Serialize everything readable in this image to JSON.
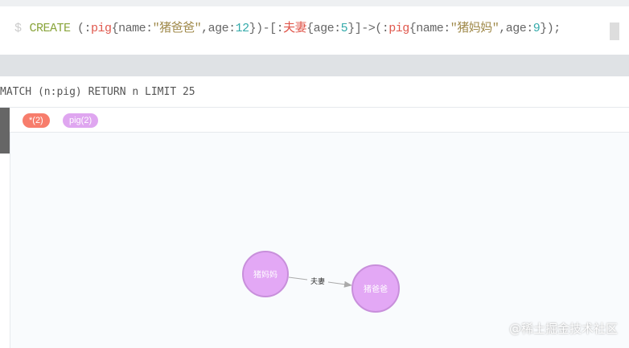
{
  "editor": {
    "prompt": "$",
    "tokens": {
      "create": "CREATE",
      "open1": " (:",
      "label1": "pig",
      "props1a": "{name:",
      "str1": "\"猪爸爸\"",
      "props1b": ",age:",
      "num1": "12",
      "close1": "})-[:",
      "rel": "夫妻",
      "props2a": "{age:",
      "num2": "5",
      "close2": "}]->(:",
      "label2": "pig",
      "props3a": "{name:",
      "str2": "\"猪妈妈\"",
      "props3b": ",age:",
      "num3": "9",
      "close3": "});"
    }
  },
  "result": {
    "query": "MATCH (n:pig) RETURN n LIMIT 25",
    "pills": [
      {
        "label": "*(2)",
        "color": "#f77d6c"
      },
      {
        "label": "pig(2)",
        "color": "#dfa6f0"
      }
    ]
  },
  "graph": {
    "nodes": [
      {
        "label": "猪妈妈",
        "color": "#e3a8f5"
      },
      {
        "label": "猪爸爸",
        "color": "#e3a8f5"
      }
    ],
    "relationship": {
      "label": "夫妻"
    }
  },
  "watermark": "@稀土掘金技术社区"
}
